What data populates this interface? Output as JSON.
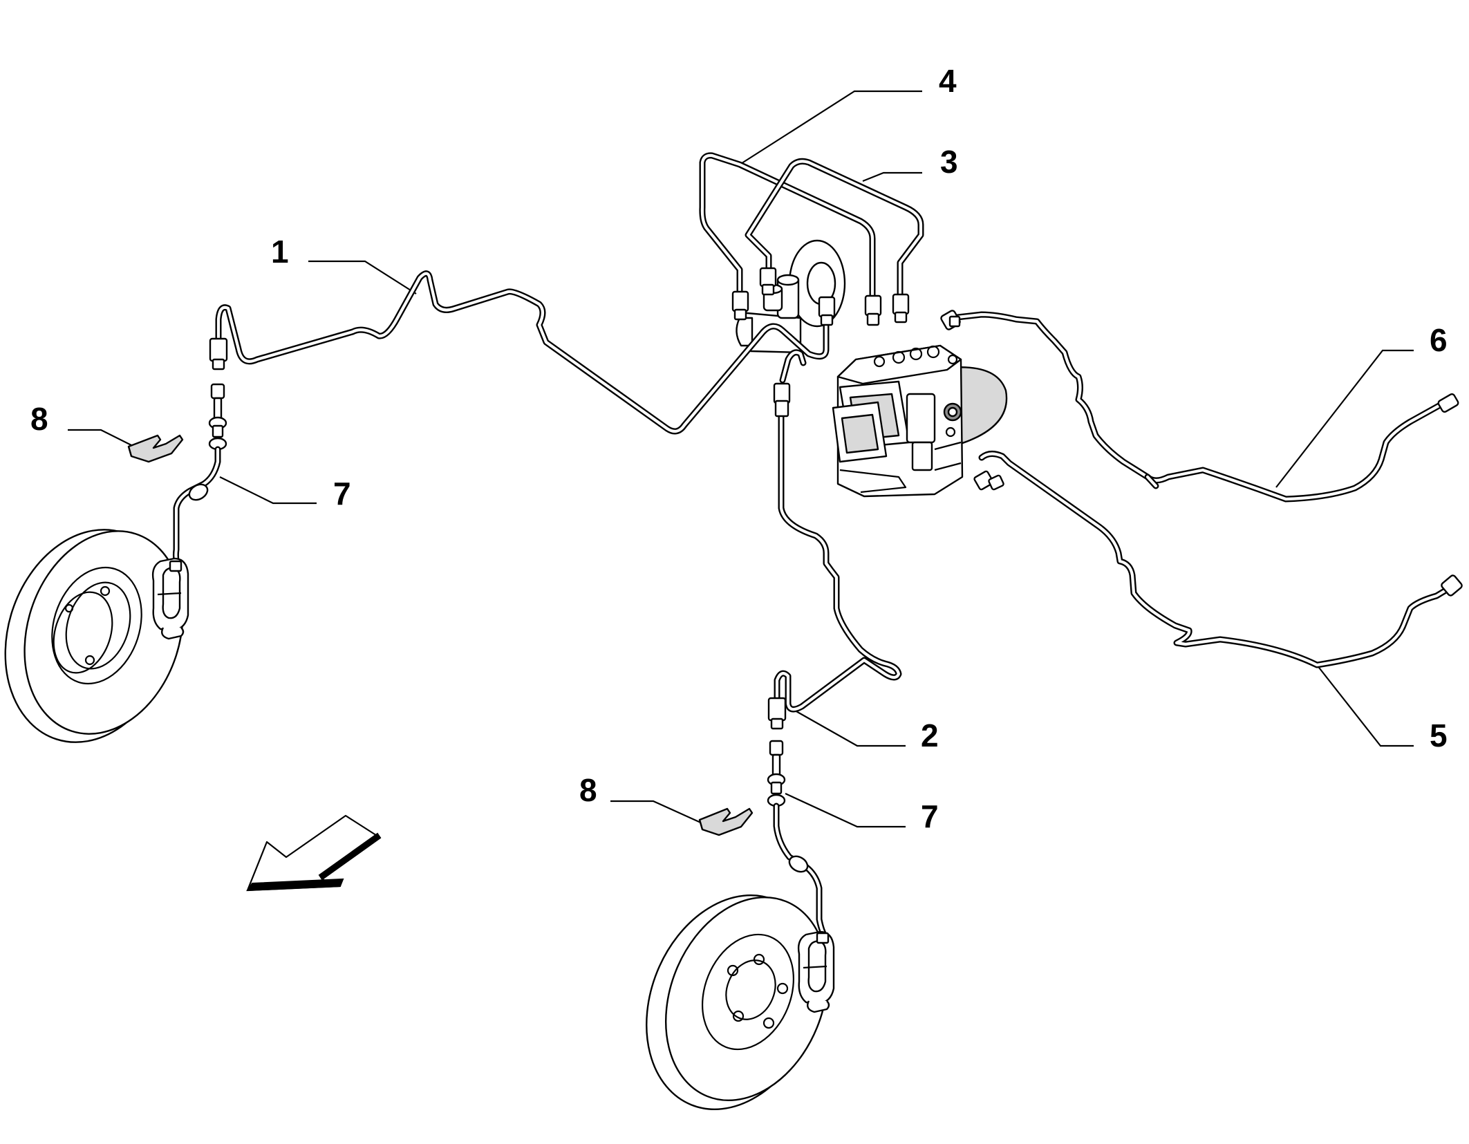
{
  "diagram": {
    "callouts": [
      {
        "id": "callout-1",
        "label": "1"
      },
      {
        "id": "callout-2",
        "label": "2"
      },
      {
        "id": "callout-3",
        "label": "3"
      },
      {
        "id": "callout-4",
        "label": "4"
      },
      {
        "id": "callout-5",
        "label": "5"
      },
      {
        "id": "callout-6",
        "label": "6"
      },
      {
        "id": "callout-7a",
        "label": "7"
      },
      {
        "id": "callout-7b",
        "label": "7"
      },
      {
        "id": "callout-8a",
        "label": "8"
      },
      {
        "id": "callout-8b",
        "label": "8"
      }
    ],
    "colors": {
      "line": "#000000",
      "background": "#ffffff",
      "component_shade": "#d9d9d9"
    }
  }
}
